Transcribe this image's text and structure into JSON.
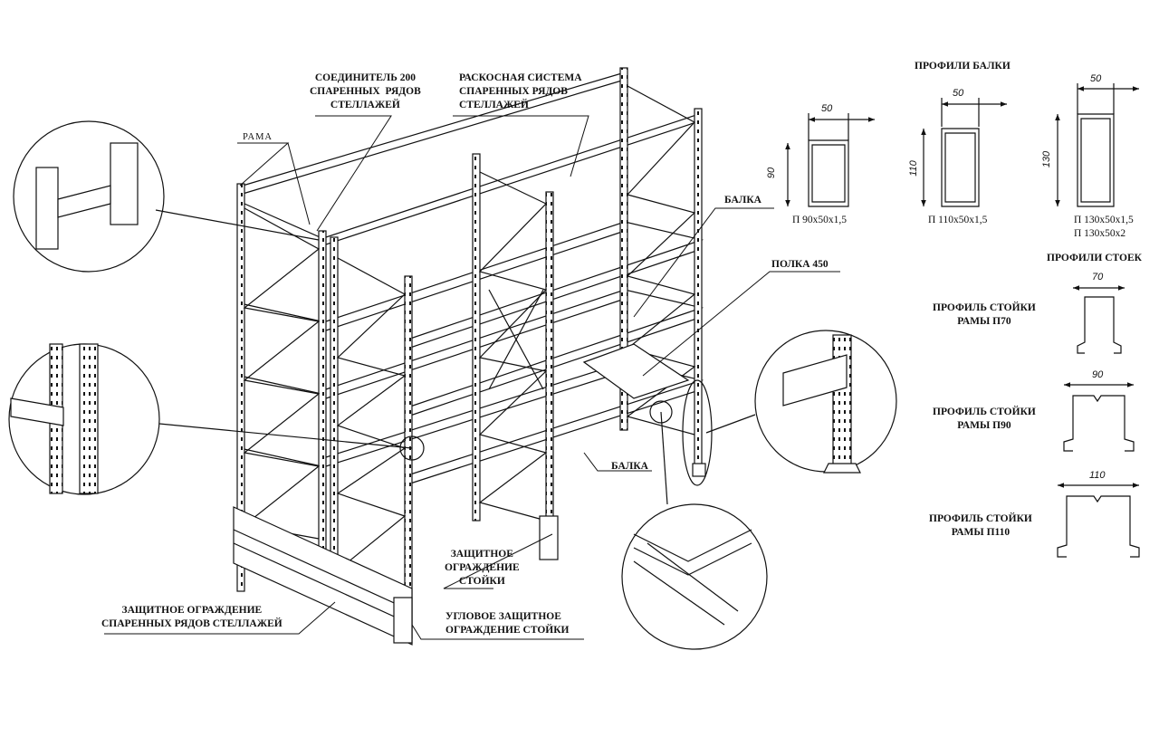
{
  "labels": {
    "frame": "РАМА",
    "connector": "СОЕДИНИТЕЛЬ 200\nСПАРЕННЫХ  РЯДОВ\nСТЕЛЛАЖЕЙ",
    "bracing": "РАСКОСНАЯ СИСТЕМА\nСПАРЕННЫХ РЯДОВ\nСТЕЛЛАЖЕЙ",
    "beam_top": "БАЛКА",
    "shelf": "ПОЛКА  450",
    "beam_bottom": "БАЛКА",
    "upright_guard": "ЗАЩИТНОЕ\nОГРАЖДЕНИЕ\nСТОЙКИ",
    "corner_guard": "УГЛОВОЕ ЗАЩИТНОЕ\nОГРАЖДЕНИЕ СТОЙКИ",
    "row_guard": "ЗАЩИТНОЕ ОГРАЖДЕНИЕ\nСПАРЕННЫХ РЯДОВ СТЕЛЛАЖЕЙ"
  },
  "beam_profiles": {
    "title": "ПРОФИЛИ БАЛКИ",
    "items": [
      {
        "width": "50",
        "height": "90",
        "caption": "П 90х50х1,5"
      },
      {
        "width": "50",
        "height": "110",
        "caption": "П 110х50х1,5"
      },
      {
        "width": "50",
        "height": "130",
        "caption": "П 130х50х1,5\nП 130х50х2"
      }
    ]
  },
  "upright_profiles": {
    "title": "ПРОФИЛИ СТОЕК",
    "items": [
      {
        "width": "70",
        "caption": "ПРОФИЛЬ СТОЙКИ\nРАМЫ П70"
      },
      {
        "width": "90",
        "caption": "ПРОФИЛЬ СТОЙКИ\nРАМЫ П90"
      },
      {
        "width": "110",
        "caption": "ПРОФИЛЬ СТОЙКИ\nРАМЫ П110"
      }
    ]
  }
}
